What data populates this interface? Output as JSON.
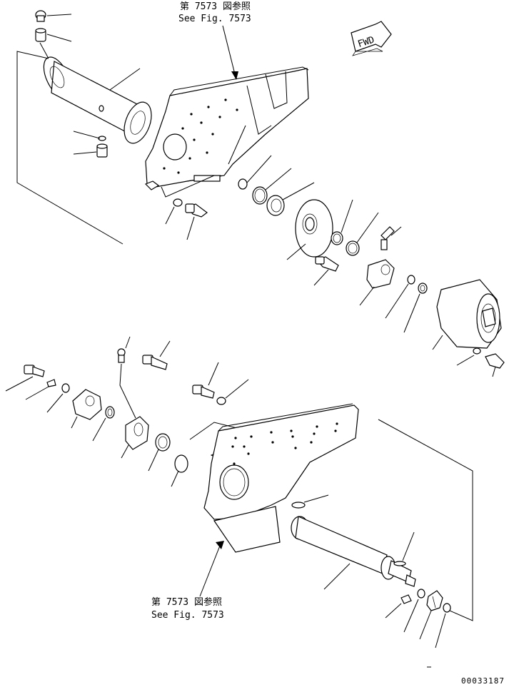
{
  "references": {
    "top": {
      "jp": "第 7573 図参照",
      "en": "See Fig. 7573"
    },
    "bottom": {
      "jp": "第 7573 図参照",
      "en": "See Fig. 7573"
    }
  },
  "direction_badge": {
    "text": "FWD"
  },
  "drawing_number": "00033187",
  "icons": [
    "fwd-arrow-icon"
  ]
}
